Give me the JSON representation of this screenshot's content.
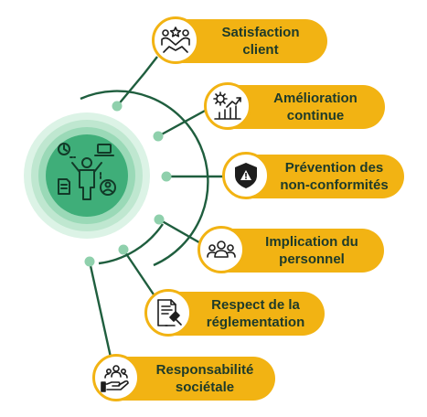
{
  "colors": {
    "pill": "#f2b313",
    "text": "#1d3a2a",
    "line": "#1f5e3e",
    "node": "#8fd0ac",
    "hub_outer": "#dcf3e6",
    "hub_inner": "#3fae79"
  },
  "hub": {
    "icon": "person-task-icon"
  },
  "items": [
    {
      "line1": "Satisfaction",
      "line2": "client",
      "icon": "handshake-star-icon"
    },
    {
      "line1": "Amélioration",
      "line2": "continue",
      "icon": "gear-growth-chart-icon"
    },
    {
      "line1": "Prévention des",
      "line2": "non-conformités",
      "icon": "warning-shield-icon"
    },
    {
      "line1": "Implication du",
      "line2": "personnel",
      "icon": "team-icon"
    },
    {
      "line1": "Respect de la",
      "line2": "réglementation",
      "icon": "document-gavel-icon"
    },
    {
      "line1": "Responsabilité",
      "line2": "sociétale",
      "icon": "hand-people-icon"
    }
  ]
}
